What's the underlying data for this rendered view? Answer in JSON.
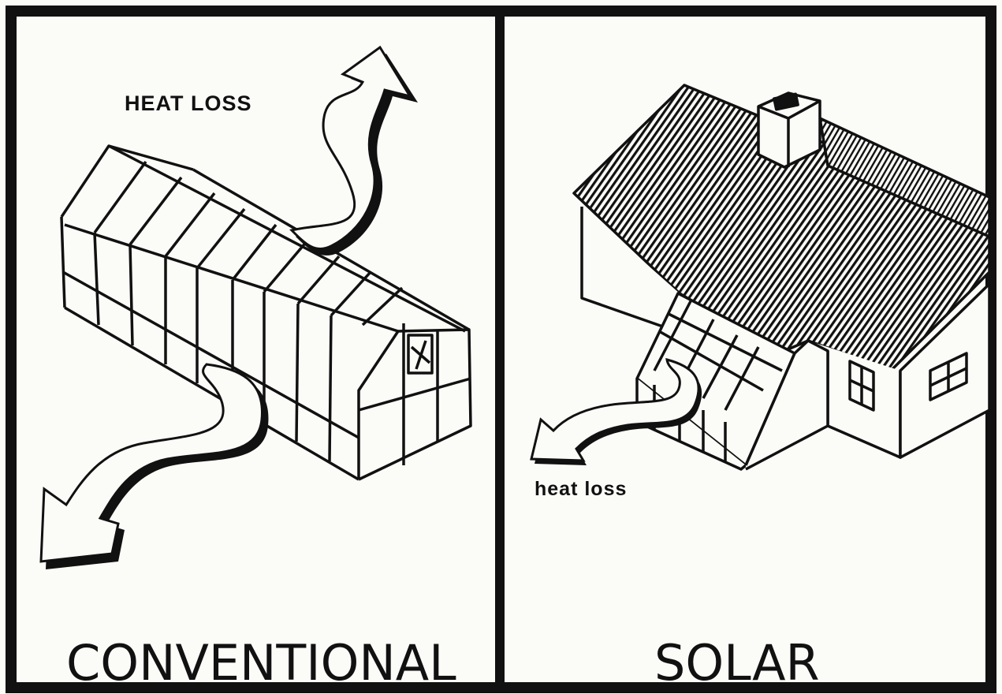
{
  "panels": [
    {
      "caption": "CONVENTIONAL",
      "annotation": "HEAT LOSS"
    },
    {
      "caption": "SOLAR",
      "annotation": "heat loss"
    }
  ],
  "colors": {
    "ink": "#111111",
    "paper": "#fbfbf8"
  }
}
